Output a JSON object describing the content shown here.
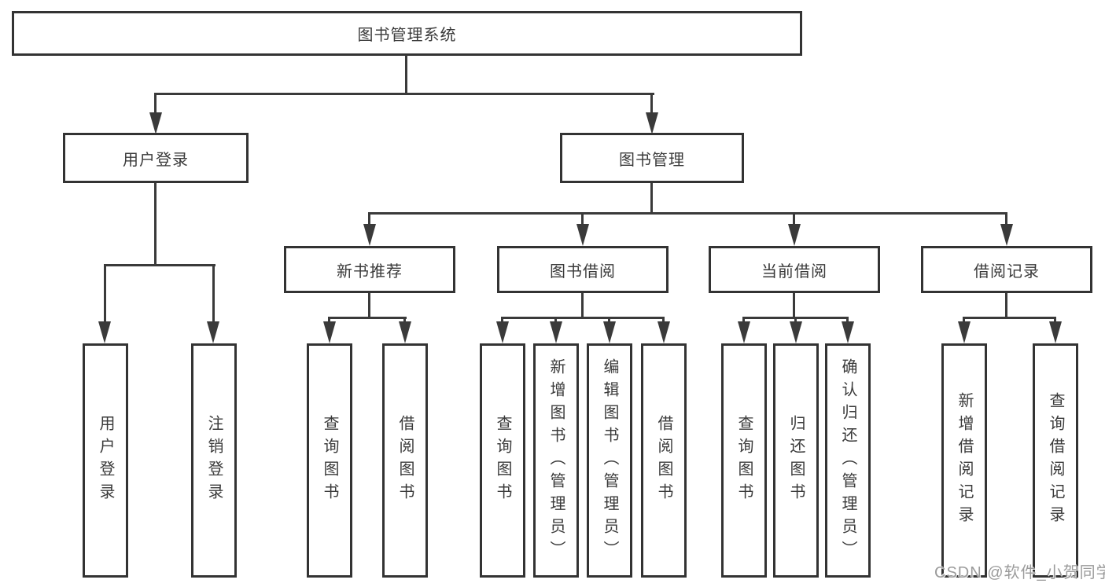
{
  "diagram": {
    "root": {
      "label": "图书管理系统"
    },
    "user_login": {
      "label": "用户登录",
      "children": [
        {
          "label": "用户登录"
        },
        {
          "label": "注销登录"
        }
      ]
    },
    "book_mgmt": {
      "label": "图书管理",
      "children": [
        {
          "label": "新书推荐",
          "children": [
            {
              "label": "查询图书"
            },
            {
              "label": "借阅图书"
            }
          ]
        },
        {
          "label": "图书借阅",
          "children": [
            {
              "label": "查询图书"
            },
            {
              "label": "新增图书（管理员）"
            },
            {
              "label": "编辑图书（管理员）"
            },
            {
              "label": "借阅图书"
            }
          ]
        },
        {
          "label": "当前借阅",
          "children": [
            {
              "label": "查询图书"
            },
            {
              "label": "归还图书"
            },
            {
              "label": "确认归还（管理员）"
            }
          ]
        },
        {
          "label": "借阅记录",
          "children": [
            {
              "label": "新增借阅记录"
            },
            {
              "label": "查询借阅记录"
            }
          ]
        }
      ]
    },
    "line_color": "#3a3a3a",
    "border_color": "#333333"
  },
  "watermark": {
    "text": "CSDN @软件_小贺同学"
  }
}
